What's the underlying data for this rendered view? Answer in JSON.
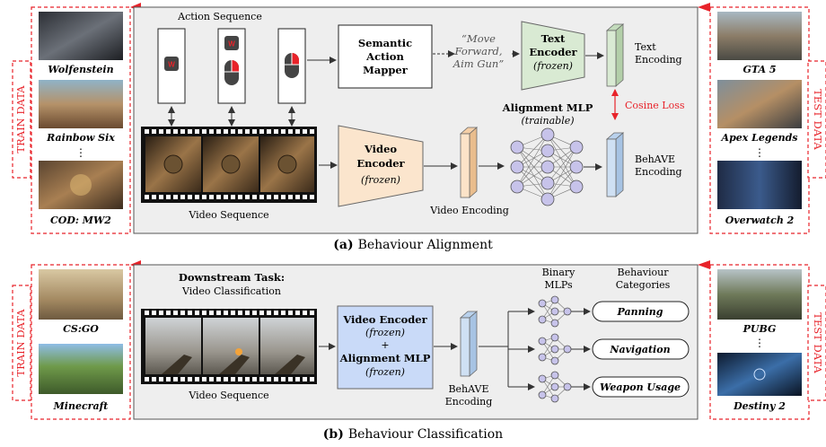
{
  "panel_a": {
    "caption_prefix": "(a)",
    "caption_text": "Behaviour Alignment",
    "left_side_label": "TRAIN DATA",
    "right_side_label": "TEST DATA",
    "train_games": [
      "Wolfenstein",
      "Rainbow Six",
      "COD: MW2"
    ],
    "test_games": [
      "GTA 5",
      "Apex Legends",
      "Overwatch 2"
    ],
    "ellipsis": "⋮",
    "action_sequence_label": "Action Sequence",
    "key_glyph": "W",
    "semantic_mapper": [
      "Semantic",
      "Action",
      "Mapper"
    ],
    "quote_lines": [
      "“Move",
      "Forward,",
      "Aim Gun”"
    ],
    "text_encoder": [
      "Text",
      "Encoder"
    ],
    "frozen": "(frozen)",
    "text_encoding": [
      "Text",
      "Encoding"
    ],
    "cosine_loss": "Cosine Loss",
    "alignment_mlp": "Alignment MLP",
    "trainable": "(trainable)",
    "video_encoder": [
      "Video",
      "Encoder"
    ],
    "video_sequence": "Video Sequence",
    "video_encoding": "Video Encoding",
    "behave_encoding": [
      "BehAVE",
      "Encoding"
    ]
  },
  "panel_b": {
    "caption_prefix": "(b)",
    "caption_text": "Behaviour Classification",
    "left_side_label": "TRAIN DATA",
    "right_side_label": "TEST DATA",
    "train_games": [
      "CS:GO",
      "Minecraft"
    ],
    "test_games": [
      "PUBG",
      "Destiny 2"
    ],
    "ellipsis": "⋮",
    "downstream_task": "Downstream Task:",
    "video_classification": "Video Classification",
    "video_sequence": "Video Sequence",
    "encoder_box": [
      "Video Encoder",
      "(frozen)",
      "+",
      "Alignment MLP",
      "(frozen)"
    ],
    "behave_encoding": [
      "BehAVE",
      "Encoding"
    ],
    "binary_mlps": [
      "Binary",
      "MLPs"
    ],
    "behaviour_categories": [
      "Behaviour",
      "Categories"
    ],
    "categories": [
      "Panning",
      "Navigation",
      "Weapon Usage"
    ]
  },
  "colors": {
    "red": "#e8232a",
    "panel_fill": "#eeeeee",
    "text_encoder": "#d9ead3",
    "video_encoder": "#fbe5cd",
    "video_encoding": "#fce3c8",
    "behave_encoding": "#cfe0f3",
    "combined_encoder": "#c9daf8",
    "neuron": "#c7c3ea"
  }
}
